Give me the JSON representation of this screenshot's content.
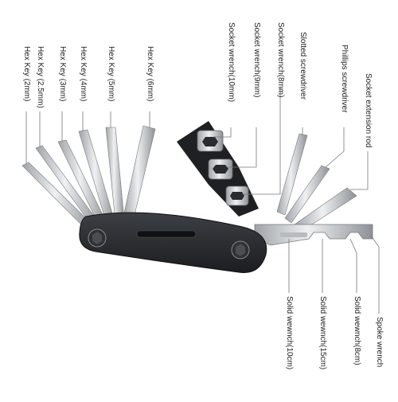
{
  "labels": {
    "hex_2": "Hex Key (2mm)",
    "hex_25": "Hex Key (2.5mm)",
    "hex_3": "Hex Key (3mm)",
    "hex_4": "Hex Key (4mm)",
    "hex_5": "Hex Key (5mm)",
    "hex_6": "Hex Key (6mm)",
    "socket_10": "Socket wrench(10mm)",
    "socket_9": "Socket wrench(9mm)",
    "socket_8": "Socket wrench(8mm)",
    "slotted": "Slotted screwdriver",
    "phillips": "Phillips screwdriver",
    "extension": "Socket extension rod",
    "solid_10": "Solid wewnch(10cm)",
    "solid_15": "Solid wewnch(15cm)",
    "solid_8": "Solid wewnch(8cm)",
    "spoke": "Spoke wrench"
  },
  "colors": {
    "steel": "#c9cbce",
    "handle": "#2a2c30",
    "leader": "#666666"
  }
}
